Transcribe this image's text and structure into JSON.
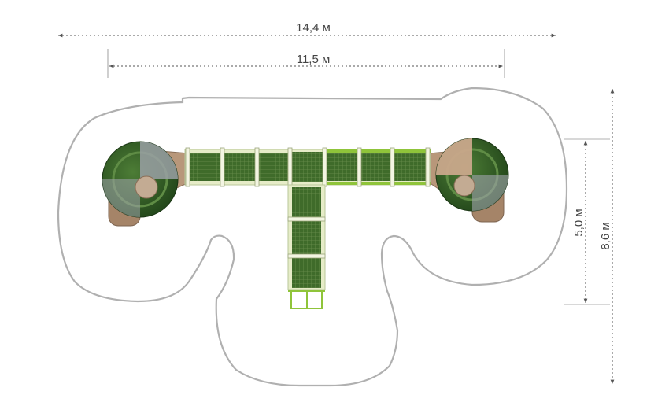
{
  "dimensions": {
    "overall_width": "14,4 м",
    "structure_width": "11,5 м",
    "structure_depth": "5,0 м",
    "overall_depth": "8,6 м"
  },
  "colors": {
    "safety_zone_outline": "#b0b0b0",
    "dimension_line": "#555555",
    "deck_panel": "#3f6b2a",
    "deck_frame": "#e6ecc8",
    "accent_green": "#8fc43a",
    "tube_slide_dark": "#2e5a24",
    "tube_slide_glass": "#9aa0a4",
    "roof_beige": "#b8977a"
  },
  "icons": [
    "tube-slide-left-icon",
    "tube-slide-right-icon",
    "ladder-icon"
  ]
}
